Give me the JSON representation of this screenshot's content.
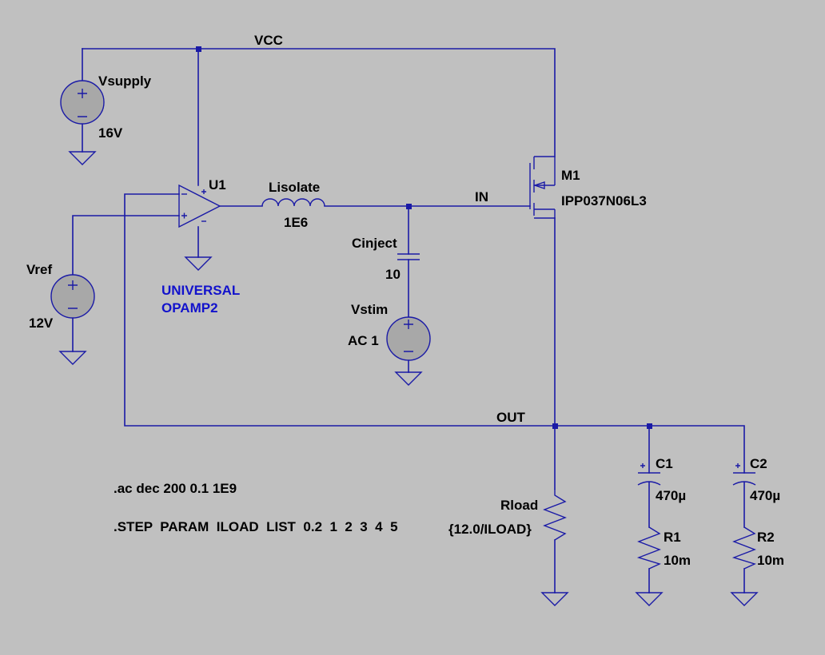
{
  "nets": {
    "vcc": "VCC",
    "in": "IN",
    "out": "OUT"
  },
  "components": {
    "vsupply": {
      "name": "Vsupply",
      "value": "16V"
    },
    "vref": {
      "name": "Vref",
      "value": "12V"
    },
    "u1": {
      "name": "U1",
      "model_line1": "UNIVERSAL",
      "model_line2": "OPAMP2"
    },
    "lisolate": {
      "name": "Lisolate",
      "value": "1E6"
    },
    "cinject": {
      "name": "Cinject",
      "value": "10"
    },
    "vstim": {
      "name": "Vstim",
      "value": "AC 1"
    },
    "m1": {
      "name": "M1",
      "model": "IPP037N06L3"
    },
    "rload": {
      "name": "Rload",
      "value": "{12.0/ILOAD}"
    },
    "c1": {
      "name": "C1",
      "value": "470µ"
    },
    "r1": {
      "name": "R1",
      "value": "10m"
    },
    "c2": {
      "name": "C2",
      "value": "470µ"
    },
    "r2": {
      "name": "R2",
      "value": "10m"
    }
  },
  "directives": {
    "ac": ".ac dec 200 0.1 1E9",
    "step": ".STEP  PARAM  ILOAD  LIST  0.2  1  2  3  4  5"
  },
  "colors": {
    "background": "#c0c0c0",
    "wire": "#1a1aa6",
    "label": "#000000",
    "model_label": "#1212cc"
  }
}
